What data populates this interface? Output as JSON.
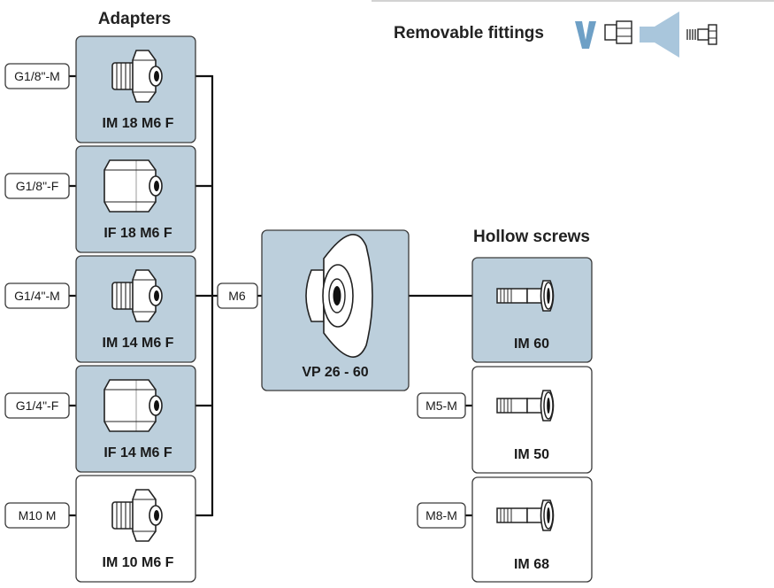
{
  "headings": {
    "adapters": "Adapters",
    "removable_fittings": "Removable fittings",
    "hollow_screws": "Hollow screws"
  },
  "adapters": [
    {
      "code": "IM 18 M6 F",
      "thread": "G1/8\"-M",
      "kind": "hex-male",
      "highlighted": true
    },
    {
      "code": "IF 18 M6 F",
      "thread": "G1/8\"-F",
      "kind": "hex-female",
      "highlighted": true
    },
    {
      "code": "IM 14 M6 F",
      "thread": "G1/4\"-M",
      "kind": "hex-male",
      "highlighted": true
    },
    {
      "code": "IF 14 M6 F",
      "thread": "G1/4\"-F",
      "kind": "hex-female",
      "highlighted": true
    },
    {
      "code": "IM 10 M6 F",
      "thread": "M10 M",
      "kind": "hex-male",
      "highlighted": false
    }
  ],
  "center": {
    "code": "VP 26 - 60",
    "connector": "M6",
    "kind": "suction-cup",
    "highlighted": true
  },
  "hollow_screws": [
    {
      "code": "IM 60",
      "thread": "",
      "kind": "hollow-screw",
      "highlighted": true
    },
    {
      "code": "IM 50",
      "thread": "M5-M",
      "kind": "hollow-screw",
      "highlighted": false
    },
    {
      "code": "IM 68",
      "thread": "M8-M",
      "kind": "hollow-screw",
      "highlighted": false
    }
  ],
  "legend_icons": [
    "v-fitting-icon",
    "female-fitting-icon",
    "silencer-icon",
    "screw-fitting-icon"
  ],
  "colors": {
    "highlight_fill": "#bccfdc",
    "box_stroke": "#3a3a3a",
    "icon_blue": "#6ea0c6",
    "icon_light_blue": "#a9c6dc",
    "line": "#111111"
  }
}
